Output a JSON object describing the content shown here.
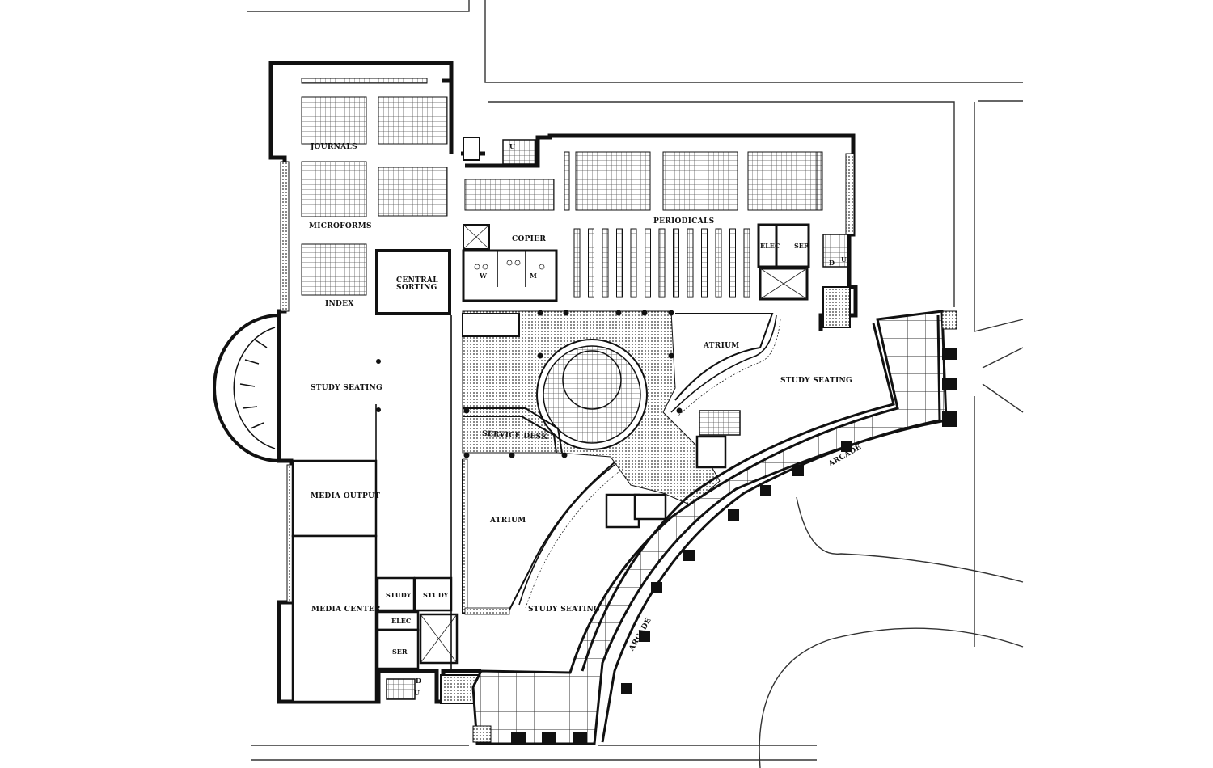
{
  "labels": {
    "journals": "JOURNALS",
    "microforms": "MICROFORMS",
    "index": "INDEX",
    "central_sorting_1": "CENTRAL",
    "central_sorting_2": "SORTING",
    "copier": "COPIER",
    "w": "W",
    "m": "M",
    "periodicals": "PERIODICALS",
    "elec_top": "ELEC",
    "ser_top": "SER",
    "d_top": "D",
    "u_top": "U",
    "u_stair_top": "U",
    "atrium_upper": "ATRIUM",
    "study_seating_west": "STUDY SEATING",
    "study_seating_east": "STUDY SEATING",
    "service_desk": "SERVICE DESK",
    "atrium_lower": "ATRIUM",
    "study_seating_south": "STUDY SEATING",
    "arcade_east": "ARCADE",
    "arcade_south": "ARCADE",
    "media_output": "MEDIA OUTPUT",
    "media_center": "MEDIA CENTER",
    "study_1": "STUDY",
    "study_2": "STUDY",
    "elec_bottom": "ELEC",
    "ser_bottom": "SER",
    "d_bottom": "D",
    "u_bottom": "U"
  }
}
